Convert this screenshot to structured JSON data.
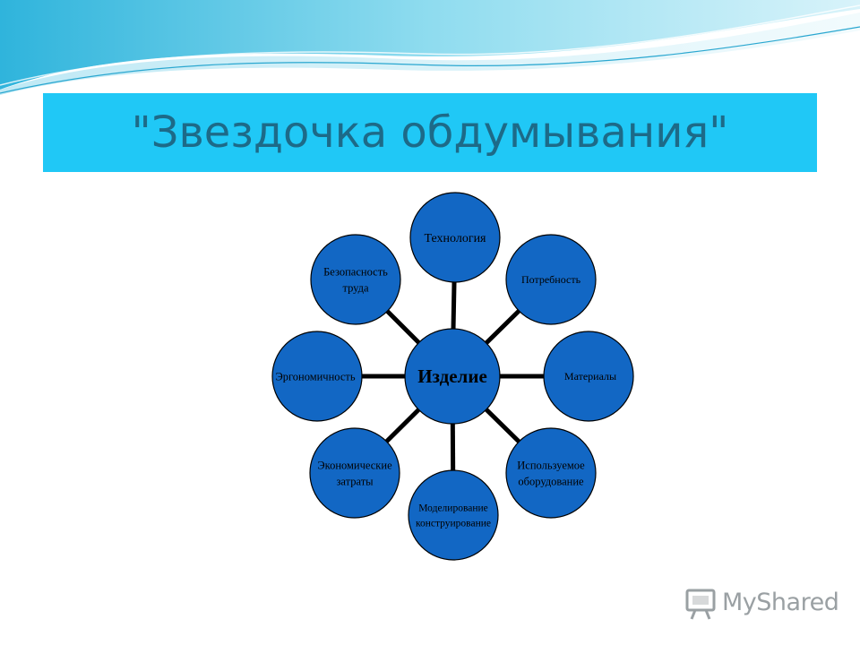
{
  "slide": {
    "title": "\"Звездочка обдумывания\""
  },
  "colors": {
    "title_bar": "#20c8f6",
    "title_text": "#1d6a88",
    "node_fill": "#1267c4",
    "node_stroke": "#000000",
    "spoke": "#000000"
  },
  "diagram": {
    "center": {
      "label": "Изделие"
    },
    "nodes": [
      {
        "id": "tech",
        "lines": [
          "Технология"
        ]
      },
      {
        "id": "need",
        "lines": [
          "Потребность"
        ]
      },
      {
        "id": "materials",
        "lines": [
          "Материалы"
        ]
      },
      {
        "id": "equipment",
        "lines": [
          "Используемое",
          "оборудование"
        ]
      },
      {
        "id": "modeling",
        "lines": [
          "Моделирование",
          "конструирование"
        ]
      },
      {
        "id": "economic",
        "lines": [
          "Экономические",
          "затраты"
        ]
      },
      {
        "id": "ergonomics",
        "lines": [
          "Эргономичность"
        ]
      },
      {
        "id": "safety",
        "lines": [
          "Безопасность",
          "труда"
        ]
      }
    ]
  },
  "logo": {
    "name": "MyShared",
    "icon": "presentation-board-icon"
  }
}
